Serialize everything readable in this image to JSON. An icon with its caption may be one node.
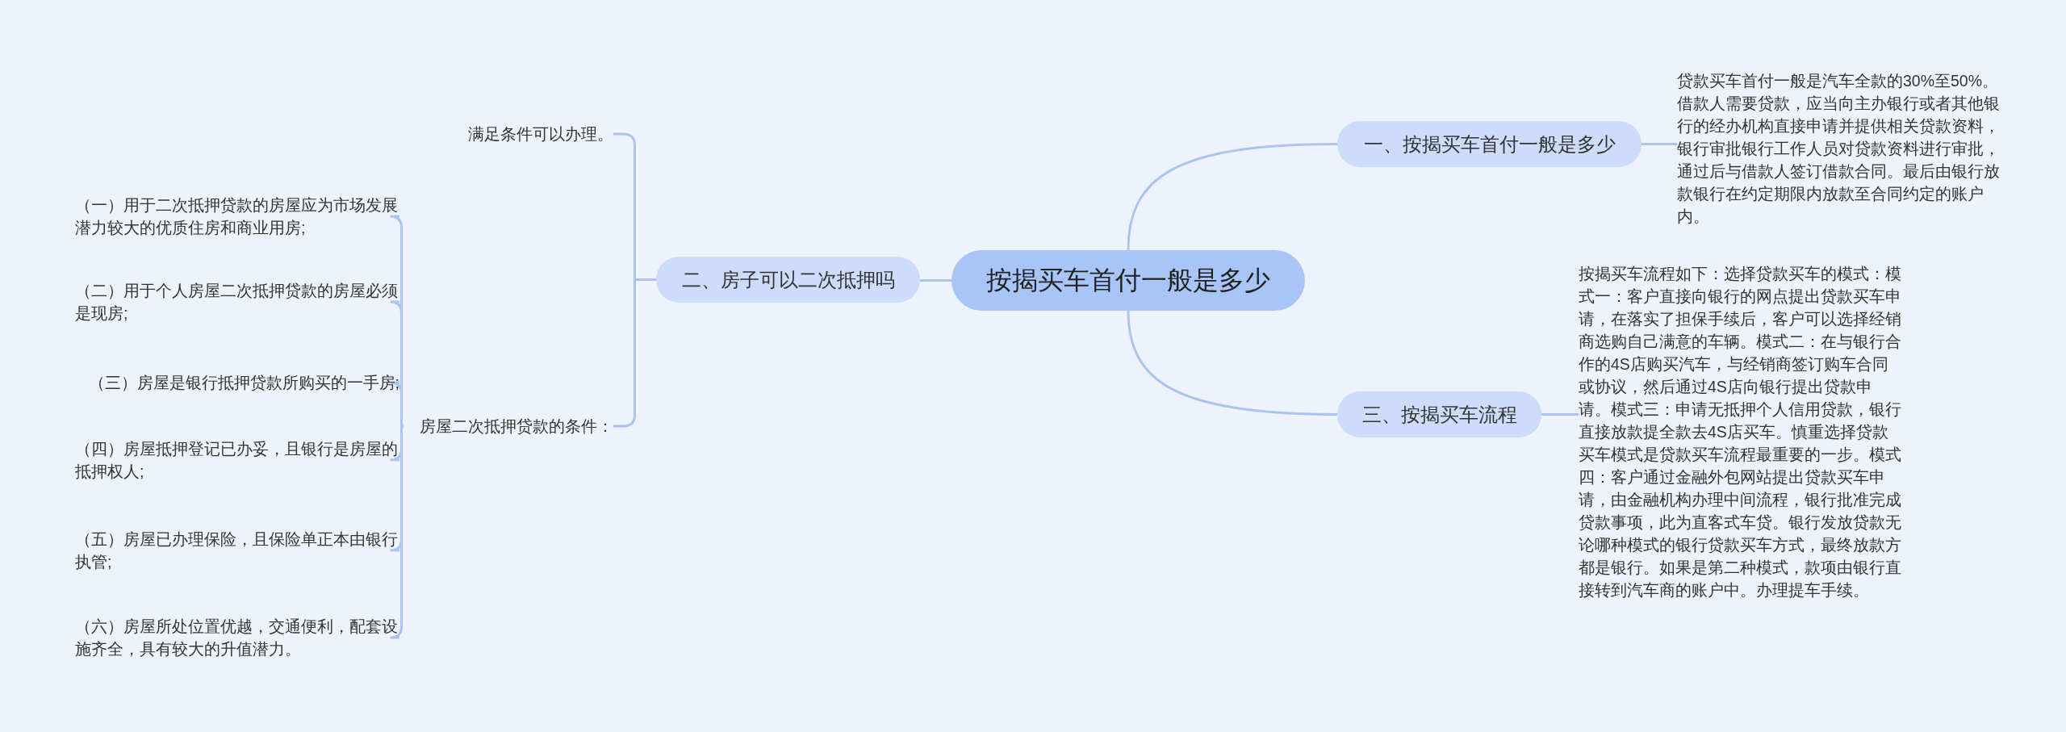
{
  "diagram": {
    "nodes": [
      {
        "text": [
          "按揭买车首付一般是多少"
        ]
      },
      {
        "text": [
          "一、按揭买车首付一般是多少"
        ]
      },
      {
        "text": [
          "贷款买车首付一般是汽车全款的30%至50%。借款人需要贷款，应当向主办银行或者其他银行的经办机构直接申请并提供相关贷款资料，银行审批银行工作人员对贷款资料进行审批，通过后与借款人签订借款合同。最后由银行放款银行在约定期限内放款至合同约定的账户内。"
        ]
      },
      {
        "text": [
          "二、房子可以二次抵押吗"
        ]
      },
      {
        "text": [
          "满足条件可以办理。"
        ]
      },
      {
        "text": [
          "房屋二次抵押贷款的条件："
        ]
      },
      {
        "text": [
          "（一）用于二次抵押贷款的房屋应为市场发展潜力较大的优质住房和商业用房;"
        ]
      },
      {
        "text": [
          "（二）用于个人房屋二次抵押贷款的房屋必须是现房;"
        ]
      },
      {
        "text": [
          "（三）房屋是银行抵押贷款所购买的一手房;"
        ]
      },
      {
        "text": [
          "（四）房屋抵押登记已办妥，且银行是房屋的抵押权人;"
        ]
      },
      {
        "text": [
          "（五）房屋已办理保险，且保险单正本由银行执管;"
        ]
      },
      {
        "text": [
          "（六）房屋所处位置优越，交通便利，配套设施齐全，具有较大的升值潜力。"
        ]
      },
      {
        "text": [
          "三、按揭买车流程"
        ]
      },
      {
        "text": [
          "按揭买车流程如下：选择贷款买车的模式：模式一：客户直接向银行的网点提出贷款买车申请，在落实了担保手续后，客户可以选择经销商选购自己满意的车辆。模式二：在与银行合作的4S店购买汽车，与经销商签订购车合同或协议，然后通过4S店向银行提出贷款申请。模式三：申请无抵押个人信用贷款，银行直接放款提全款去4S店买车。慎重选择贷款买车模式是贷款买车流程最重要的一步。模式四：客户通过金融外包网站提出贷款买车申请，由金融机构办理中间流程，银行批准完成贷款事项，此为直客式车贷。银行发放贷款无论哪种模式的银行贷款买车方式，最终放款方都是银行。如果是第二种模式，款项由银行直接转到汽车商的账户中。办理提车手续。"
        ]
      }
    ],
    "edges": [
      {
        "from": 0,
        "to": 1,
        "arrow": "none"
      },
      {
        "from": 1,
        "to": 2,
        "arrow": "none"
      },
      {
        "from": 0,
        "to": 3,
        "arrow": "none"
      },
      {
        "from": 3,
        "to": 4,
        "arrow": "none"
      },
      {
        "from": 3,
        "to": 5,
        "arrow": "none"
      },
      {
        "from": 5,
        "to": 6,
        "arrow": "none"
      },
      {
        "from": 5,
        "to": 7,
        "arrow": "none"
      },
      {
        "from": 5,
        "to": 8,
        "arrow": "none"
      },
      {
        "from": 5,
        "to": 9,
        "arrow": "none"
      },
      {
        "from": 5,
        "to": 10,
        "arrow": "none"
      },
      {
        "from": 5,
        "to": 11,
        "arrow": "none"
      },
      {
        "from": 0,
        "to": 12,
        "arrow": "none"
      },
      {
        "from": 12,
        "to": 13,
        "arrow": "none"
      }
    ]
  }
}
